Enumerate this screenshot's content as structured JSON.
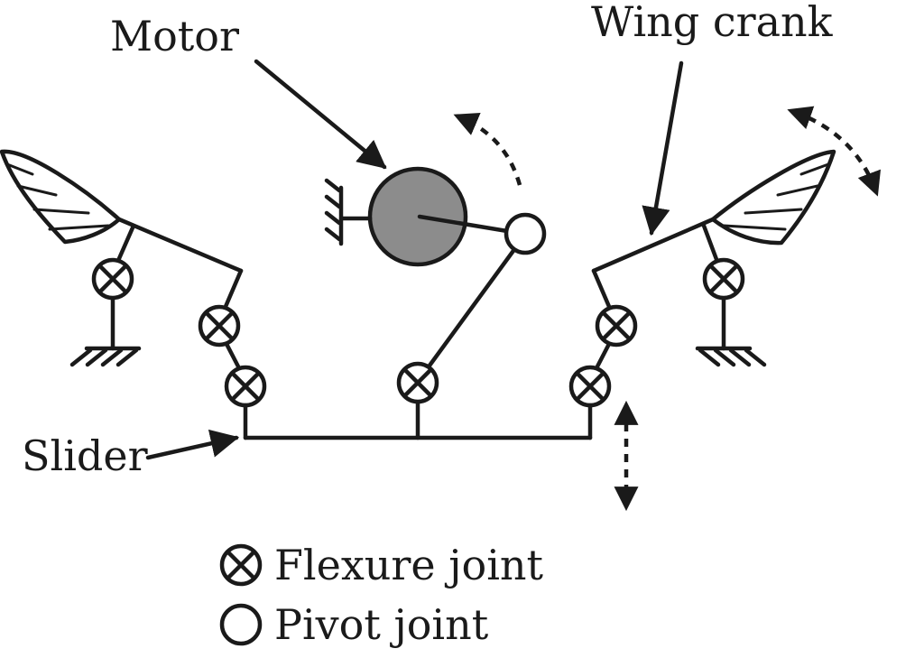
{
  "labels": {
    "motor": "Motor",
    "wing_crank": "Wing crank",
    "slider": "Slider"
  },
  "legend": {
    "flexure": "Flexure joint",
    "pivot": "Pivot joint"
  },
  "colors": {
    "line": "#1a1a1a",
    "motor_fill": "#8c8c8c",
    "background": "#ffffff"
  },
  "icons": {
    "flexure_joint": "circle-with-x",
    "pivot_joint": "open-circle",
    "ground": "hatched-ground"
  }
}
